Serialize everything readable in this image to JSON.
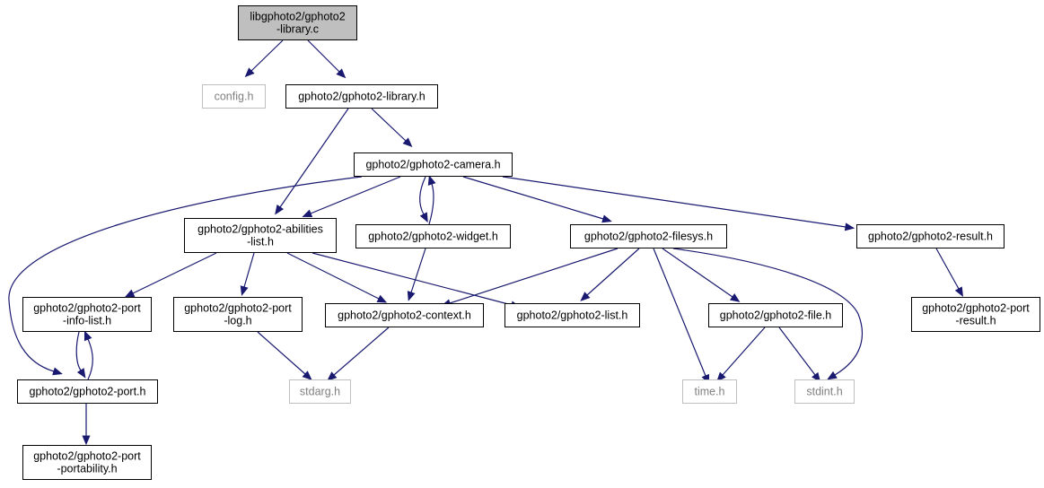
{
  "graph": {
    "nodes": [
      {
        "id": "root",
        "label": [
          "libgphoto2/gphoto2",
          "-library.c"
        ],
        "kind": "root"
      },
      {
        "id": "config",
        "label": [
          "config.h"
        ],
        "kind": "external"
      },
      {
        "id": "library",
        "label": [
          "gphoto2/gphoto2-library.h"
        ],
        "kind": "header"
      },
      {
        "id": "camera",
        "label": [
          "gphoto2/gphoto2-camera.h"
        ],
        "kind": "header"
      },
      {
        "id": "abilities",
        "label": [
          "gphoto2/gphoto2-abilities",
          "-list.h"
        ],
        "kind": "header"
      },
      {
        "id": "widget",
        "label": [
          "gphoto2/gphoto2-widget.h"
        ],
        "kind": "header"
      },
      {
        "id": "filesys",
        "label": [
          "gphoto2/gphoto2-filesys.h"
        ],
        "kind": "header"
      },
      {
        "id": "result",
        "label": [
          "gphoto2/gphoto2-result.h"
        ],
        "kind": "header"
      },
      {
        "id": "infolist",
        "label": [
          "gphoto2/gphoto2-port",
          "-info-list.h"
        ],
        "kind": "header"
      },
      {
        "id": "portlog",
        "label": [
          "gphoto2/gphoto2-port",
          "-log.h"
        ],
        "kind": "header"
      },
      {
        "id": "context",
        "label": [
          "gphoto2/gphoto2-context.h"
        ],
        "kind": "header"
      },
      {
        "id": "list",
        "label": [
          "gphoto2/gphoto2-list.h"
        ],
        "kind": "header"
      },
      {
        "id": "file",
        "label": [
          "gphoto2/gphoto2-file.h"
        ],
        "kind": "header"
      },
      {
        "id": "portresult",
        "label": [
          "gphoto2/gphoto2-port",
          "-result.h"
        ],
        "kind": "header"
      },
      {
        "id": "port",
        "label": [
          "gphoto2/gphoto2-port.h"
        ],
        "kind": "header"
      },
      {
        "id": "stdarg",
        "label": [
          "stdarg.h"
        ],
        "kind": "external"
      },
      {
        "id": "time",
        "label": [
          "time.h"
        ],
        "kind": "external"
      },
      {
        "id": "stdint",
        "label": [
          "stdint.h"
        ],
        "kind": "external"
      },
      {
        "id": "portability",
        "label": [
          "gphoto2/gphoto2-port",
          "-portability.h"
        ],
        "kind": "header"
      }
    ],
    "edges": [
      {
        "from": "root",
        "to": "config"
      },
      {
        "from": "root",
        "to": "library"
      },
      {
        "from": "library",
        "to": "camera"
      },
      {
        "from": "library",
        "to": "abilities"
      },
      {
        "from": "camera",
        "to": "port"
      },
      {
        "from": "camera",
        "to": "abilities"
      },
      {
        "from": "camera",
        "to": "widget"
      },
      {
        "from": "camera",
        "to": "filesys"
      },
      {
        "from": "camera",
        "to": "result"
      },
      {
        "from": "widget",
        "to": "camera"
      },
      {
        "from": "widget",
        "to": "context"
      },
      {
        "from": "abilities",
        "to": "infolist"
      },
      {
        "from": "abilities",
        "to": "portlog"
      },
      {
        "from": "abilities",
        "to": "context"
      },
      {
        "from": "abilities",
        "to": "list"
      },
      {
        "from": "filesys",
        "to": "context"
      },
      {
        "from": "filesys",
        "to": "list"
      },
      {
        "from": "filesys",
        "to": "file"
      },
      {
        "from": "filesys",
        "to": "time"
      },
      {
        "from": "filesys",
        "to": "stdint"
      },
      {
        "from": "result",
        "to": "portresult"
      },
      {
        "from": "infolist",
        "to": "port"
      },
      {
        "from": "port",
        "to": "infolist"
      },
      {
        "from": "port",
        "to": "portability"
      },
      {
        "from": "portlog",
        "to": "stdarg"
      },
      {
        "from": "context",
        "to": "stdarg"
      },
      {
        "from": "file",
        "to": "time"
      },
      {
        "from": "file",
        "to": "stdint"
      }
    ]
  },
  "colors": {
    "edge": "#191970",
    "root_fill": "#bfbfbf",
    "node_border": "#000000",
    "external_border": "#bfbfbf",
    "external_text": "#7f7f7f"
  }
}
